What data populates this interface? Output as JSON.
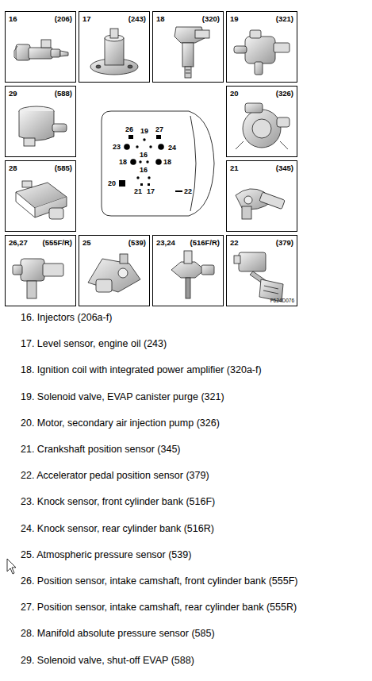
{
  "diagram": {
    "nodes": [
      {
        "text": [
          "16",
          "(206)"
        ]
      },
      {
        "text": [
          "17",
          "(243)"
        ]
      },
      {
        "text": [
          "18",
          "(320)"
        ]
      },
      {
        "text": [
          "19",
          "(321)"
        ]
      },
      {
        "text": [
          "29",
          "(588)"
        ]
      },
      {
        "text": [
          "20",
          "(326)"
        ]
      },
      {
        "text": [
          "28",
          "(585)"
        ]
      },
      {
        "text": [
          "21",
          "(345)"
        ]
      },
      {
        "text": [
          "26,27",
          "(555F/R)"
        ]
      },
      {
        "text": [
          "25",
          "(539)"
        ]
      },
      {
        "text": [
          "23,24",
          "(516F/R)"
        ]
      },
      {
        "text": [
          "22",
          "(379)",
          "F624D076"
        ]
      }
    ],
    "labels": [
      "26",
      "19",
      "27",
      "23",
      "24",
      "16",
      "18",
      "18",
      "16",
      "20",
      "21",
      "17",
      "22",
      "16. Injectors (206a-f)",
      "17. Level sensor, engine oil (243)",
      "18. Ignition coil with integrated power amplifier (320a-f)",
      "19. Solenoid valve, EVAP canister purge (321)",
      "20. Motor, secondary air injection pump (326)",
      "21. Crankshaft position sensor (345)",
      "22. Accelerator pedal position sensor (379)",
      "23. Knock sensor, front cylinder bank (516F)",
      "24. Knock sensor, rear cylinder bank (516R)",
      "25. Atmospheric pressure sensor (539)",
      "26. Position sensor, intake camshaft, front cylinder bank (555F)",
      "27. Position sensor, intake camshaft, rear cylinder bank (555R)",
      "28. Manifold absolute pressure sensor (585)",
      "29. Solenoid valve, shut-off EVAP (588)"
    ]
  }
}
